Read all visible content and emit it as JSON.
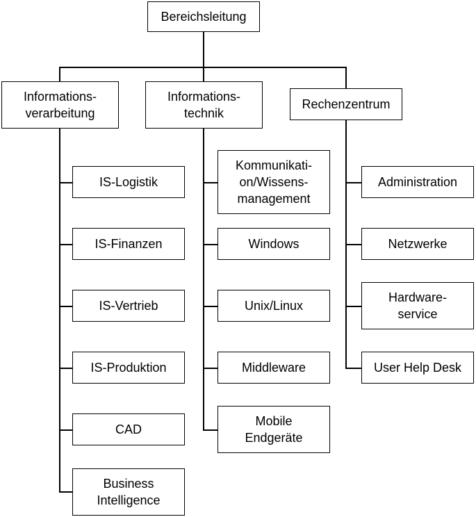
{
  "root": {
    "label": "Bereichsleitung"
  },
  "departments": [
    {
      "label": "Informations-\nverarbeitung",
      "children": [
        "IS-Logistik",
        "IS-Finanzen",
        "IS-Vertrieb",
        "IS-Produktion",
        "CAD",
        "Business\nIntelligence"
      ]
    },
    {
      "label": "Informations-\ntechnik",
      "children": [
        "Kommunikati-\non/Wissens-\nmanagement",
        "Windows",
        "Unix/Linux",
        "Middleware",
        "Mobile\nEndgeräte"
      ]
    },
    {
      "label": "Rechenzentrum",
      "children": [
        "Administration",
        "Netzwerke",
        "Hardware-\nservice",
        "User Help Desk"
      ]
    }
  ]
}
